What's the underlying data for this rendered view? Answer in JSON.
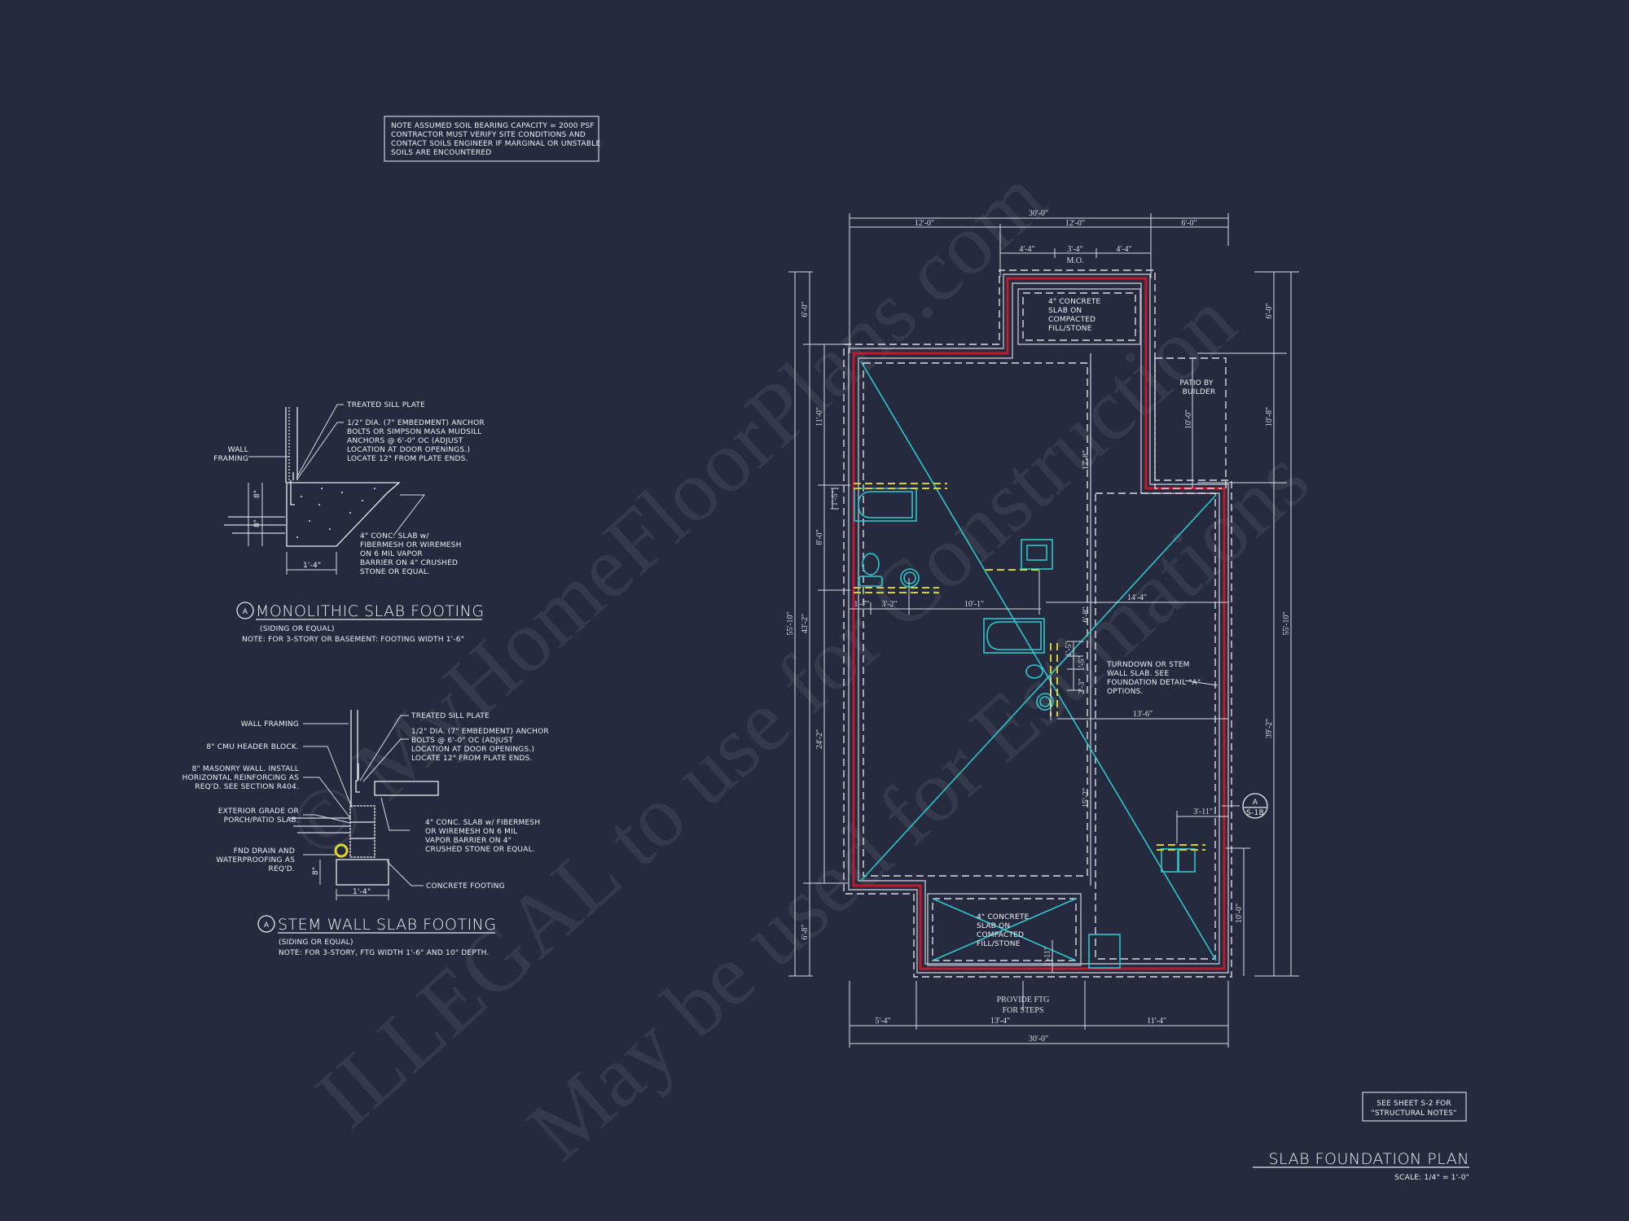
{
  "colors": {
    "background": "#252a3e",
    "linework": "#e8e9ee",
    "foundation_red": "#c4182c",
    "fixtures_cyan": "#2fc6cc",
    "plumbing_yellow": "#d8cf2a"
  },
  "watermark": [
    "© MyHomeFloorPlans.com",
    "ILLEGAL to use for Construction",
    "May be used for Estimations"
  ],
  "soil_note": [
    "NOTE ASSUMED SOIL BEARING CAPACITY = 2000 PSF",
    "CONTRACTOR MUST VERIFY SITE CONDITIONS AND",
    "CONTACT SOILS ENGINEER IF MARGINAL OR UNSTABLE",
    "SOILS ARE ENCOUNTERED"
  ],
  "detail_monolithic": {
    "marker": "A",
    "title": "MONOLITHIC SLAB FOOTING",
    "subtitle": "(SIDING OR EQUAL)",
    "note": "NOTE: FOR 3-STORY OR BASEMENT: FOOTING WIDTH 1'-6\"",
    "sill_plate": "TREATED SILL PLATE",
    "anchor": [
      "1/2\" DIA. (7\" EMBEDMENT) ANCHOR",
      "BOLTS OR SIMPSON MASA MUDSILL",
      "ANCHORS @ 6'-0\" OC (ADJUST",
      "LOCATION AT DOOR OPENINGS.)",
      "LOCATE 12\" FROM PLATE ENDS."
    ],
    "wall_framing": [
      "WALL",
      "FRAMING"
    ],
    "slab": [
      "4\" CONC. SLAB w/",
      "FIBERMESH OR WIREMESH",
      "ON 6 MIL VAPOR",
      "BARRIER ON 4\" CRUSHED",
      "STONE OR EQUAL."
    ],
    "width_dim": "1'-4\"",
    "depth_dims": [
      "8\"",
      "8\""
    ]
  },
  "detail_stem": {
    "marker": "A",
    "title": "STEM WALL SLAB FOOTING",
    "subtitle": "(SIDING OR EQUAL)",
    "note": "NOTE: FOR 3-STORY, FTG WIDTH 1'-6\" AND 10\" DEPTH.",
    "wall_framing": "WALL FRAMING",
    "cmu": "8\" CMU HEADER BLOCK.",
    "masonry": [
      "8\" MASONRY WALL. INSTALL",
      "HORIZONTAL REINFORCING AS",
      "REQ'D.  SEE SECTION R404."
    ],
    "grade": [
      "EXTERIOR GRADE OR",
      "PORCH/PATIO SLAB."
    ],
    "drain": [
      "FND DRAIN AND",
      "WATERPROOFING AS",
      "REQ'D."
    ],
    "sill_plate": "TREATED SILL PLATE",
    "anchor": [
      "1/2\" DIA. (7\" EMBEDMENT) ANCHOR",
      "BOLTS @ 6'-0\" OC (ADJUST",
      "LOCATION AT DOOR OPENINGS.)",
      "LOCATE 12\" FROM PLATE ENDS."
    ],
    "slab": [
      "4\" CONC. SLAB w/ FIBERMESH",
      "OR WIREMESH ON 6 MIL",
      "VAPOR BARRIER ON 4\"",
      "CRUSHED STONE OR EQUAL."
    ],
    "footing": "CONCRETE FOOTING",
    "width_dim": "1'-4\"",
    "depth_dim": "8\""
  },
  "plan": {
    "front_porch_note": [
      "4\" CONCRETE",
      "SLAB ON",
      "COMPACTED",
      "FILL/STONE"
    ],
    "rear_porch_note": [
      "4\" CONCRETE",
      "SLAB ON",
      "COMPACTED",
      "FILL/STONE"
    ],
    "patio_note": [
      "PATIO BY",
      "BUILDER"
    ],
    "turndown_note": [
      "TURNDOWN OR STEM",
      "WALL SLAB. SEE",
      "FOUNDATION DETAIL \"A\"",
      "OPTIONS."
    ],
    "steps_note": [
      "PROVIDE FTG",
      "FOR STEPS"
    ],
    "section_marker": {
      "letter": "A",
      "sheet": "S-1B"
    },
    "dimensions": [
      "30'-0\"",
      "12'-0\"",
      "12'-0\"",
      "6'-0\"",
      "4'-4\"",
      "3'-4\"",
      "4'-4\"",
      "M.O.",
      "55'-10\"",
      "6'-0\"",
      "43'-2\"",
      "6'-8\"",
      "11'-0\"",
      "8'-0\"",
      "24'-2\"",
      "1'-5\"",
      "1'-7\"",
      "3'-2\"",
      "10'-1\"",
      "17'-8\"",
      "6'-8\"",
      "15'-2\"",
      "14'-4\"",
      "1'-5\"",
      "1'-5\"",
      "2'-3\"",
      "13'-6\"",
      "10'-0\"",
      "3'-11\"",
      "10'-0\"",
      "1'-11\"",
      "6'-0\"",
      "10'-8\"",
      "39'-2\"",
      "55'-10\"",
      "5'-4\"",
      "13'-4\"",
      "11'-4\"",
      "30'-0\""
    ]
  },
  "sheet_note": [
    "SEE SHEET S-2 FOR",
    "\"STRUCTURAL NOTES\""
  ],
  "title_block": {
    "title": "SLAB FOUNDATION PLAN",
    "scale": "SCALE: 1/4\" = 1'-0\""
  }
}
